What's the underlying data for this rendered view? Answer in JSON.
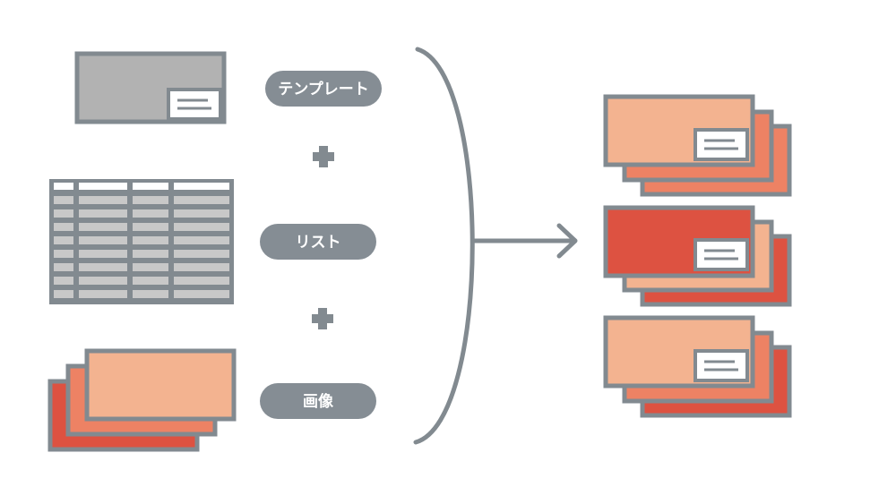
{
  "labels": {
    "template": "テンプレート",
    "list": "リスト",
    "image": "画像"
  },
  "colors": {
    "outline": "#828a90",
    "pill": "#858d94",
    "gray_fill": "#b2b2b2",
    "table_cell": "#c8c8c8",
    "peach": "#f3b390",
    "coral": "#ed8264",
    "red": "#dd5241",
    "white": "#ffffff"
  },
  "icons": {
    "plus": "plus-icon",
    "arrow": "arrow-right-icon"
  }
}
